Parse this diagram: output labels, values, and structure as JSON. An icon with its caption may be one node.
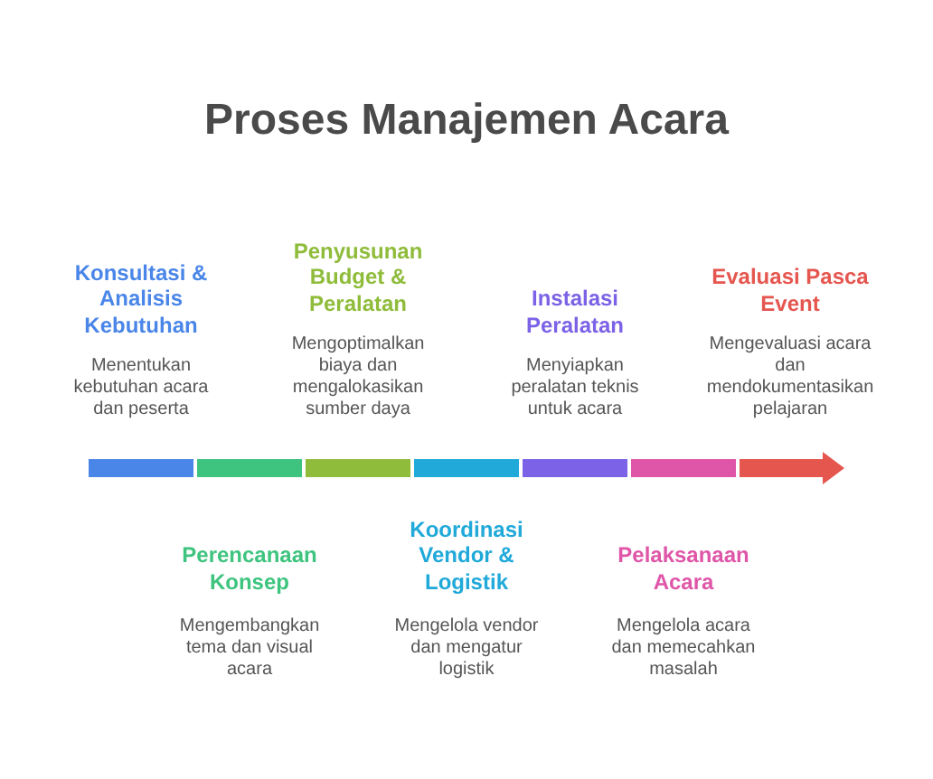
{
  "diagram": {
    "title": "Proses Manajemen Acara",
    "nodes": [
      {
        "text": [],
        "shape": "bar",
        "beside": [
          "Konsultasi & Analisis Kebutuhan",
          "Menentukan kebutuhan acara dan peserta"
        ]
      },
      {
        "text": [],
        "shape": "bar",
        "beside": [
          "Perencanaan Konsep",
          "Mengembangkan tema dan visual acara"
        ]
      },
      {
        "text": [],
        "shape": "bar",
        "beside": [
          "Penyusunan Budget & Peralatan",
          "Mengoptimalkan biaya dan mengalokasikan sumber daya"
        ]
      },
      {
        "text": [],
        "shape": "bar",
        "beside": [
          "Koordinasi Vendor & Logistik",
          "Mengelola vendor dan mengatur logistik"
        ]
      },
      {
        "text": [],
        "shape": "bar",
        "beside": [
          "Instalasi Peralatan",
          "Menyiapkan peralatan teknis untuk acara"
        ]
      },
      {
        "text": [],
        "shape": "bar",
        "beside": [
          "Pelaksanaan Acara",
          "Mengelola acara dan memecahkan masalah"
        ]
      },
      {
        "text": [],
        "shape": "arrow",
        "beside": [
          "Evaluasi Pasca Event",
          "Mengevaluasi acara dan mendokumentasikan pelajaran"
        ]
      }
    ]
  }
}
